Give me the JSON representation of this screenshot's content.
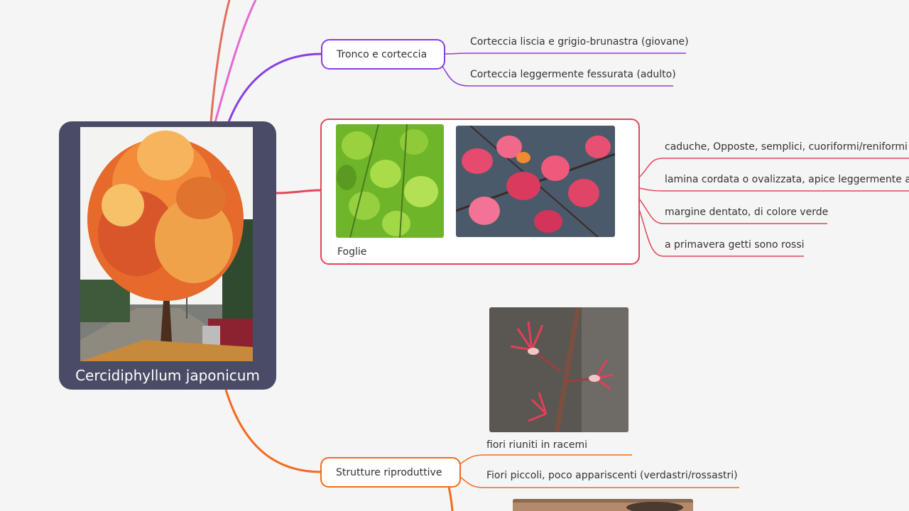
{
  "root": {
    "title": "Cercidiphyllum japonicum",
    "photo_icon": "autumn-tree-photo"
  },
  "branches": {
    "trunk": {
      "label": "Tronco e corteccia",
      "color": "#8a3ee0",
      "children": [
        "Corteccia liscia e grigio-brunastra (giovane)",
        "Corteccia leggermente fessurata (adulto)"
      ]
    },
    "leaves": {
      "label": "Foglie",
      "color": "#e0485a",
      "photos": [
        "green-heart-leaves-photo",
        "red-heart-leaves-photo"
      ],
      "children": [
        "caduche, Opposte, semplici, cuoriformi/reniformi",
        "lamina cordata o ovalizzata, apice leggermente ap",
        "margine dentato, di colore verde",
        "a primavera getti sono rossi"
      ]
    },
    "repro": {
      "label": "Strutture riproduttive",
      "color": "#f26b1d",
      "photos": [
        "red-flower-photo",
        "flower-photo-2"
      ],
      "children": [
        "fiori riuniti in racemi",
        "Fiori piccoli, poco appariscenti (verdastri/rossastri)"
      ]
    }
  }
}
